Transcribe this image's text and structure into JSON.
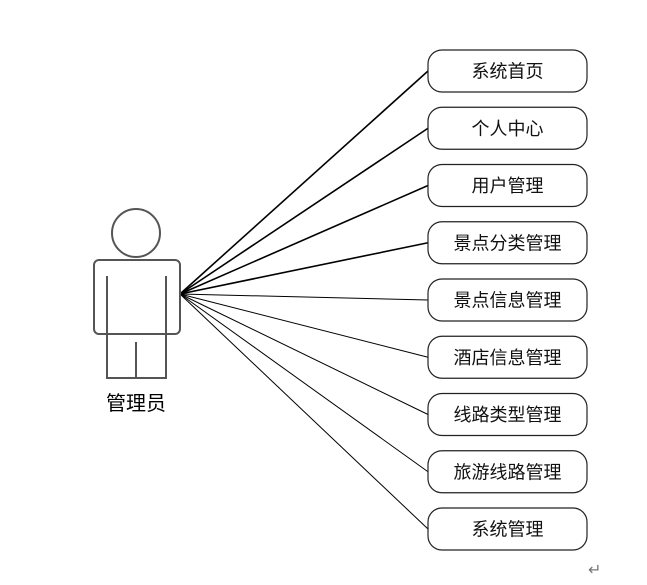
{
  "actor": {
    "label": "管理员"
  },
  "use_cases": [
    {
      "label": "系统首页"
    },
    {
      "label": "个人中心"
    },
    {
      "label": "用户管理"
    },
    {
      "label": "景点分类管理"
    },
    {
      "label": "景点信息管理"
    },
    {
      "label": "酒店信息管理"
    },
    {
      "label": "线路类型管理"
    },
    {
      "label": "旅游线路管理"
    },
    {
      "label": "系统管理"
    }
  ],
  "colors": {
    "line": "#000000",
    "box_border": "#222222",
    "actor_outline": "#555555"
  },
  "marks": {
    "return_icon": "↵"
  }
}
